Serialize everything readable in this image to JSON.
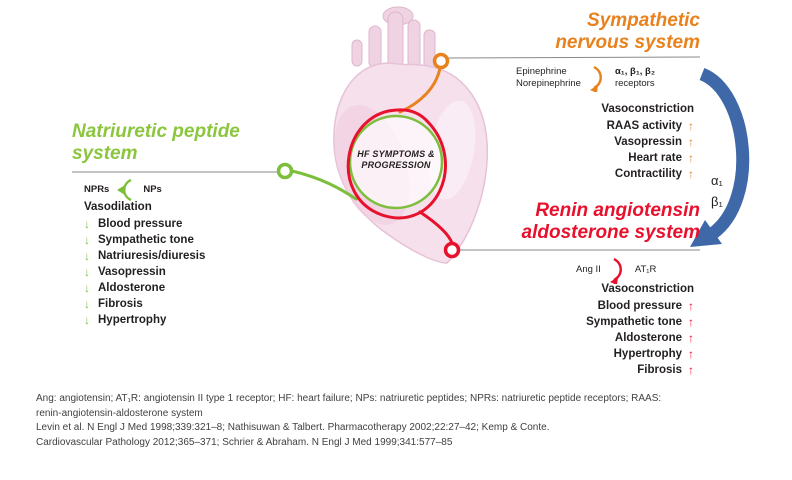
{
  "icons": {
    "up_arrow": "↑",
    "down_arrow": "↓"
  },
  "center_label": {
    "line1": "HF SYMPTOMS &",
    "line2": "PROGRESSION"
  },
  "sympathetic": {
    "title1": "Sympathetic",
    "title2": "nervous system",
    "mediator1": "Epinephrine",
    "mediator2": "Norepinephrine",
    "receptors1": "α₁, β₁, β₂",
    "receptors2": "receptors",
    "header": "Vasoconstriction",
    "effects": [
      "RAAS activity",
      "Vasopressin",
      "Heart rate",
      "Contractility"
    ]
  },
  "raas": {
    "title1": "Renin angiotensin",
    "title2": "aldosterone system",
    "ligand": "Ang II",
    "receptor": "AT₁R",
    "header": "Vasoconstriction",
    "effects": [
      "Blood pressure",
      "Sympathetic tone",
      "Aldosterone",
      "Hypertrophy",
      "Fibrosis"
    ]
  },
  "natriuretic": {
    "title1": "Natriuretic peptide",
    "title2": "system",
    "receptor": "NPRs",
    "ligand": "NPs",
    "header": "Vasodilation",
    "effects": [
      "Blood pressure",
      "Sympathetic tone",
      "Natriuresis/diuresis",
      "Vasopressin",
      "Aldosterone",
      "Fibrosis",
      "Hypertrophy"
    ]
  },
  "blue_arrow": {
    "label1": "α₁",
    "label2": "β₁"
  },
  "footnotes": {
    "line1": "Ang: angiotensin; AT₁R: angiotensin II type 1 receptor; HF: heart failure; NPs: natriuretic peptides; NPRs: natriuretic peptide receptors; RAAS:",
    "line2": "renin-angiotensin-aldosterone system",
    "line3": "Levin et al. N Engl J Med 1998;339:321–8; Nathisuwan & Talbert. Pharmacotherapy 2002;22:27–42; Kemp & Conte.",
    "line4": "Cardiovascular Pathology 2012;365–371; Schrier & Abraham. N Engl J Med 1999;341:577–85"
  },
  "colors": {
    "orange": "#E8821E",
    "green": "#7DBE3C",
    "red": "#E8112D",
    "blue": "#3F68A9"
  }
}
